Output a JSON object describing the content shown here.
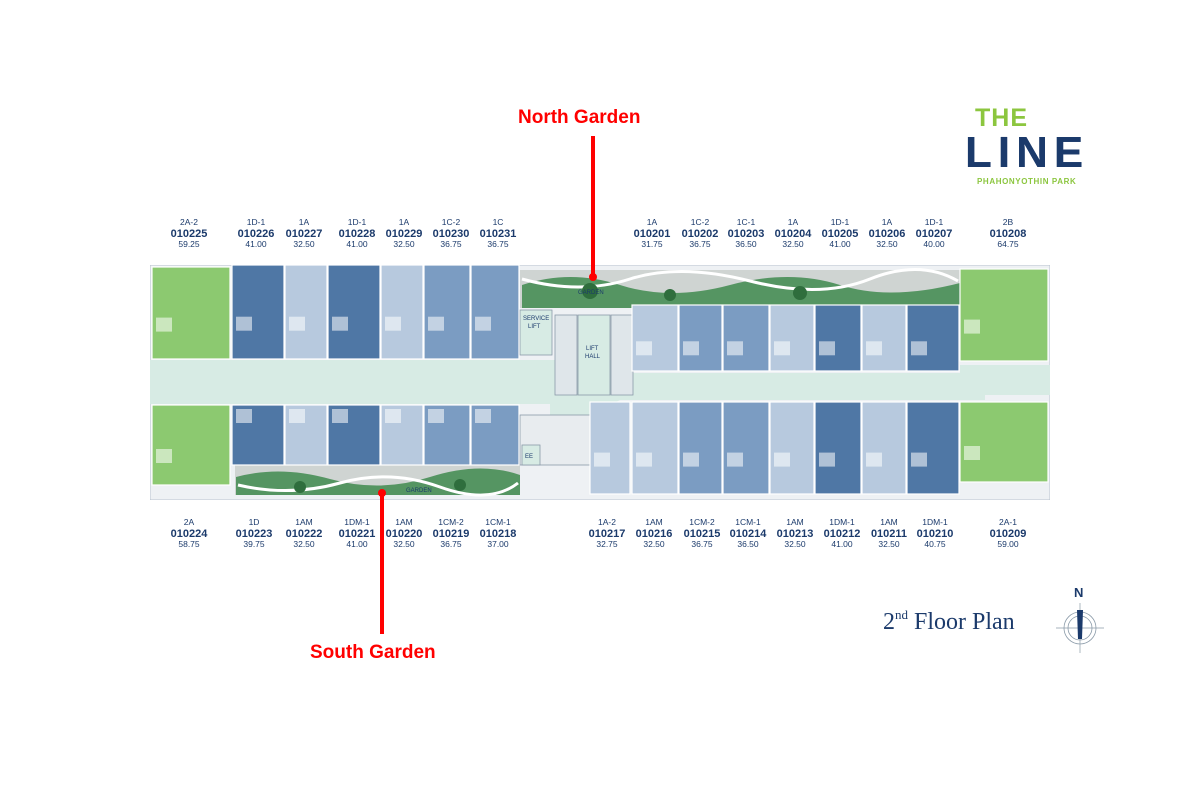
{
  "logo": {
    "the": "THE",
    "line": "LINE",
    "subtitle": "PHAHONYOTHIN PARK"
  },
  "annotations": {
    "north": "North Garden",
    "south": "South Garden"
  },
  "plan_labels": {
    "service_lift": [
      "SERVICE",
      "LIFT"
    ],
    "lift_hall": [
      "LIFT",
      "HALL"
    ],
    "garden": "GARDEN",
    "ee": "EE"
  },
  "top_units": [
    {
      "type": "2A-2",
      "number": "010225",
      "area": "59.25"
    },
    {
      "type": "1D-1",
      "number": "010226",
      "area": "41.00"
    },
    {
      "type": "1A",
      "number": "010227",
      "area": "32.50"
    },
    {
      "type": "1D-1",
      "number": "010228",
      "area": "41.00"
    },
    {
      "type": "1A",
      "number": "010229",
      "area": "32.50"
    },
    {
      "type": "1C-2",
      "number": "010230",
      "area": "36.75"
    },
    {
      "type": "1C",
      "number": "010231",
      "area": "36.75"
    },
    {
      "type": "1A",
      "number": "010201",
      "area": "31.75"
    },
    {
      "type": "1C-2",
      "number": "010202",
      "area": "36.75"
    },
    {
      "type": "1C-1",
      "number": "010203",
      "area": "36.50"
    },
    {
      "type": "1A",
      "number": "010204",
      "area": "32.50"
    },
    {
      "type": "1D-1",
      "number": "010205",
      "area": "41.00"
    },
    {
      "type": "1A",
      "number": "010206",
      "area": "32.50"
    },
    {
      "type": "1D-1",
      "number": "010207",
      "area": "40.00"
    },
    {
      "type": "2B",
      "number": "010208",
      "area": "64.75"
    }
  ],
  "bottom_units": [
    {
      "type": "2A",
      "number": "010224",
      "area": "58.75"
    },
    {
      "type": "1D",
      "number": "010223",
      "area": "39.75"
    },
    {
      "type": "1AM",
      "number": "010222",
      "area": "32.50"
    },
    {
      "type": "1DM-1",
      "number": "010221",
      "area": "41.00"
    },
    {
      "type": "1AM",
      "number": "010220",
      "area": "32.50"
    },
    {
      "type": "1CM-2",
      "number": "010219",
      "area": "36.75"
    },
    {
      "type": "1CM-1",
      "number": "010218",
      "area": "37.00"
    },
    {
      "type": "1A-2",
      "number": "010217",
      "area": "32.75"
    },
    {
      "type": "1AM",
      "number": "010216",
      "area": "32.50"
    },
    {
      "type": "1CM-2",
      "number": "010215",
      "area": "36.75"
    },
    {
      "type": "1CM-1",
      "number": "010214",
      "area": "36.50"
    },
    {
      "type": "1AM",
      "number": "010213",
      "area": "32.50"
    },
    {
      "type": "1DM-1",
      "number": "010212",
      "area": "41.00"
    },
    {
      "type": "1AM",
      "number": "010211",
      "area": "32.50"
    },
    {
      "type": "1DM-1",
      "number": "010210",
      "area": "40.75"
    },
    {
      "type": "2A-1",
      "number": "010209",
      "area": "59.00"
    }
  ],
  "floor_title": {
    "ordinal": "2",
    "suffix": "nd",
    "text": "Floor Plan"
  },
  "compass": {
    "label": "N"
  },
  "colors": {
    "navy": "#1b3a6b",
    "green_unit": "#8cc970",
    "blue_dark": "#4f77a5",
    "blue_mid": "#7b9cc2",
    "blue_light": "#b7c9de",
    "corridor": "#d7ebe4",
    "annotation": "#ff0000"
  }
}
